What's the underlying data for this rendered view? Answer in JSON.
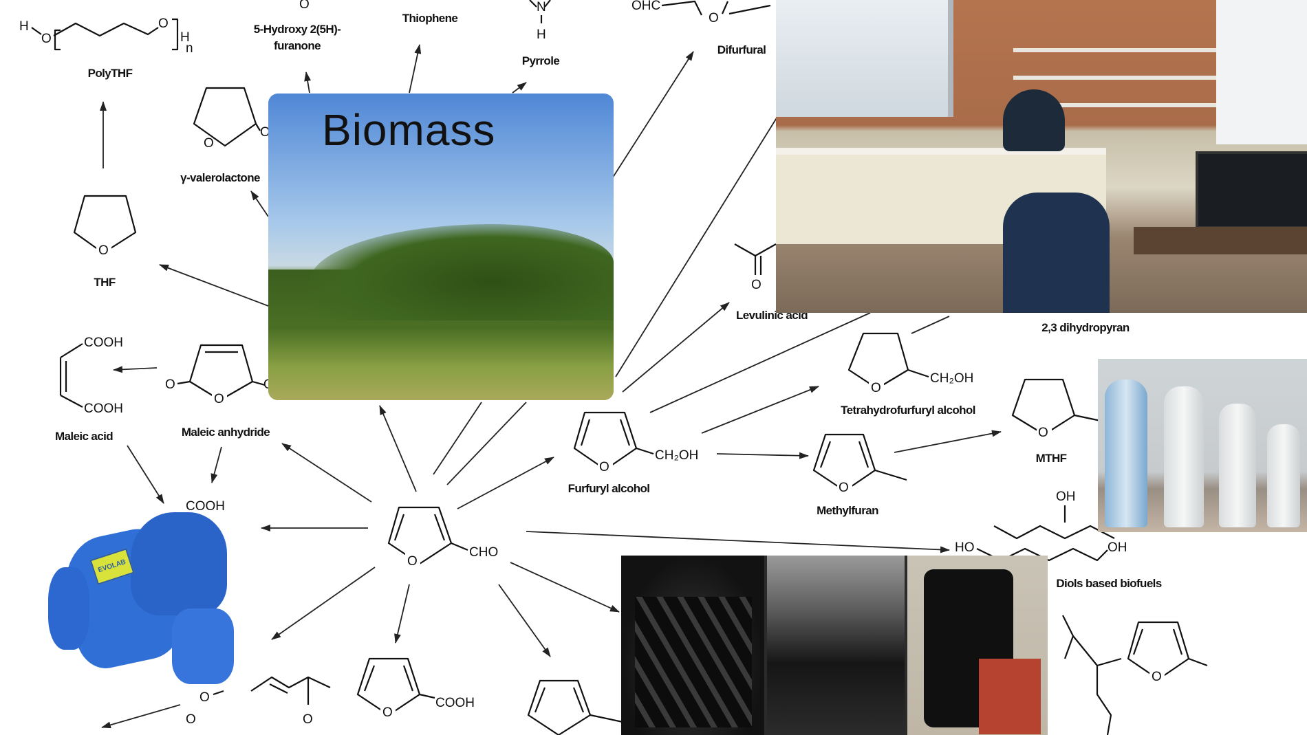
{
  "diagram": {
    "center_compound": {
      "substituent": "CHO"
    },
    "compounds": {
      "polythf": {
        "label": "PolyTHF",
        "atoms": [
          "H",
          "O",
          "O",
          "H",
          "n"
        ]
      },
      "hydroxyfuranone": {
        "label_line1": "5-Hydroxy 2(5H)-",
        "label_line2": "furanone",
        "atom": "O"
      },
      "thiophene": {
        "label": "Thiophene"
      },
      "pyrrole": {
        "label": "Pyrrole",
        "atoms": [
          "N",
          "H"
        ]
      },
      "difurfural": {
        "label": "Difurfural",
        "atoms": [
          "OHC",
          "O"
        ]
      },
      "gvl": {
        "label": "γ-valerolactone",
        "atoms": [
          "O",
          "O"
        ]
      },
      "thf": {
        "label": "THF",
        "atom": "O"
      },
      "levulinic": {
        "label": "Levulinic acid",
        "atom": "O"
      },
      "dihydropyran": {
        "label": "2,3 dihydropyran"
      },
      "thfa": {
        "label": "Tetrahydrofurfuryl alcohol",
        "atoms": [
          "O",
          "CH₂OH"
        ]
      },
      "maleic_acid": {
        "label": "Maleic acid",
        "atoms": [
          "COOH",
          "COOH"
        ]
      },
      "maleic_anhydride": {
        "label": "Maleic anhydride",
        "atoms": [
          "O",
          "O",
          "O"
        ]
      },
      "furfuryl_alcohol": {
        "label": "Furfuryl alcohol",
        "atoms": [
          "O",
          "CH₂OH"
        ]
      },
      "methylfuran": {
        "label": "Methylfuran",
        "atom": "O"
      },
      "mthf": {
        "label": "MTHF",
        "atom": "O"
      },
      "succinic_fragment": {
        "atom": "COOH"
      },
      "diols": {
        "label": "Diols based biofuels",
        "atoms": [
          "OH",
          "HO",
          "OH"
        ]
      },
      "furoic_acid": {
        "atoms": [
          "O",
          "COOH"
        ]
      },
      "furanacetone": {
        "atoms": [
          "O",
          "O"
        ]
      },
      "bottom_left_fragment": {
        "atom": "O"
      },
      "bisfuran": {
        "atom": "O"
      }
    }
  },
  "photos": {
    "biomass": {
      "caption": "Biomass"
    },
    "laboratory": {},
    "bottles": {},
    "reactors": {},
    "coverall": {
      "badge_text": "EVOLAB"
    }
  }
}
